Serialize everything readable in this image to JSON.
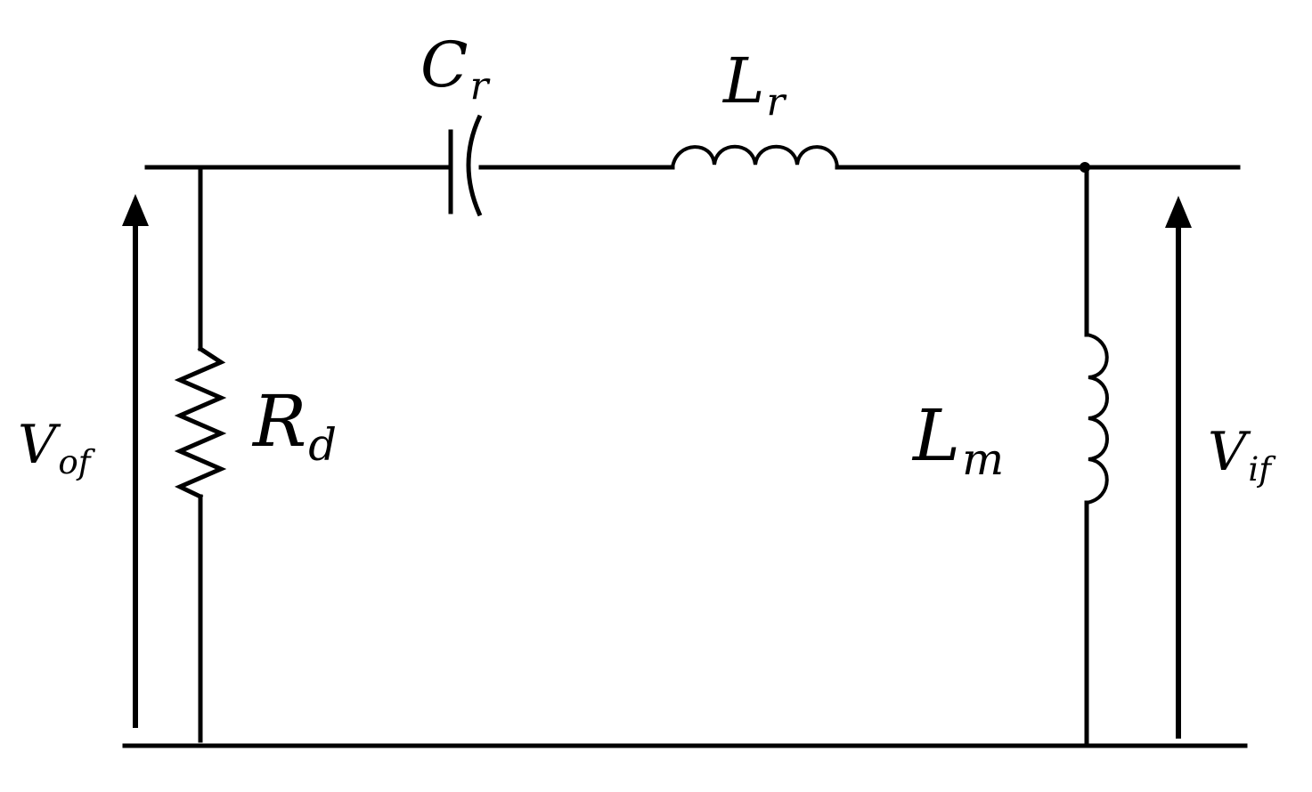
{
  "labels": {
    "cr": {
      "main": "C",
      "sub": "r"
    },
    "lr": {
      "main": "L",
      "sub": "r"
    },
    "rd": {
      "main": "R",
      "sub": "d"
    },
    "lm": {
      "main": "L",
      "sub": "m"
    },
    "vof": {
      "main": "V",
      "sub": "of"
    },
    "vif": {
      "main": "V",
      "sub": "if"
    }
  },
  "colors": {
    "stroke": "#000000",
    "background": "#ffffff"
  }
}
